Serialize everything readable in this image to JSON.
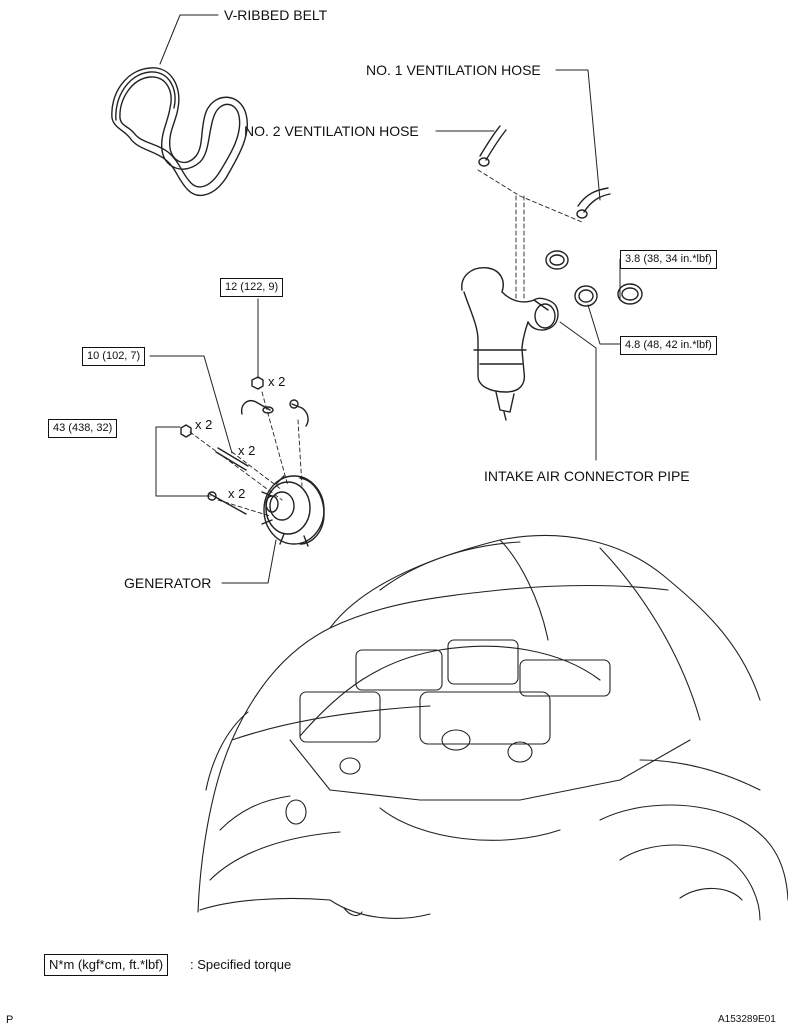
{
  "labels": {
    "v_ribbed_belt": "V-RIBBED BELT",
    "no1_ventilation_hose": "NO. 1 VENTILATION HOSE",
    "no2_ventilation_hose": "NO. 2 VENTILATION HOSE",
    "intake_air_connector_pipe": "INTAKE AIR CONNECTOR PIPE",
    "generator": "GENERATOR"
  },
  "torque_values": {
    "clamp_upper": "3.8 (38, 34 in.*lbf)",
    "clamp_lower": "4.8 (48, 42 in.*lbf)",
    "nut_terminal": "12 (122, 9)",
    "stud_bolt": "10 (102, 7)",
    "bolt_main": "43 (438, 32)"
  },
  "quantities": {
    "nut_terminal": "x 2",
    "nut_main": "x 2",
    "stud": "x 2",
    "bolt": "x 2"
  },
  "legend": {
    "unit": "N*m (kgf*cm, ft.*lbf)",
    "description": ": Specified torque"
  },
  "footer": {
    "page_letter": "P",
    "figure_id": "A153289E01"
  }
}
